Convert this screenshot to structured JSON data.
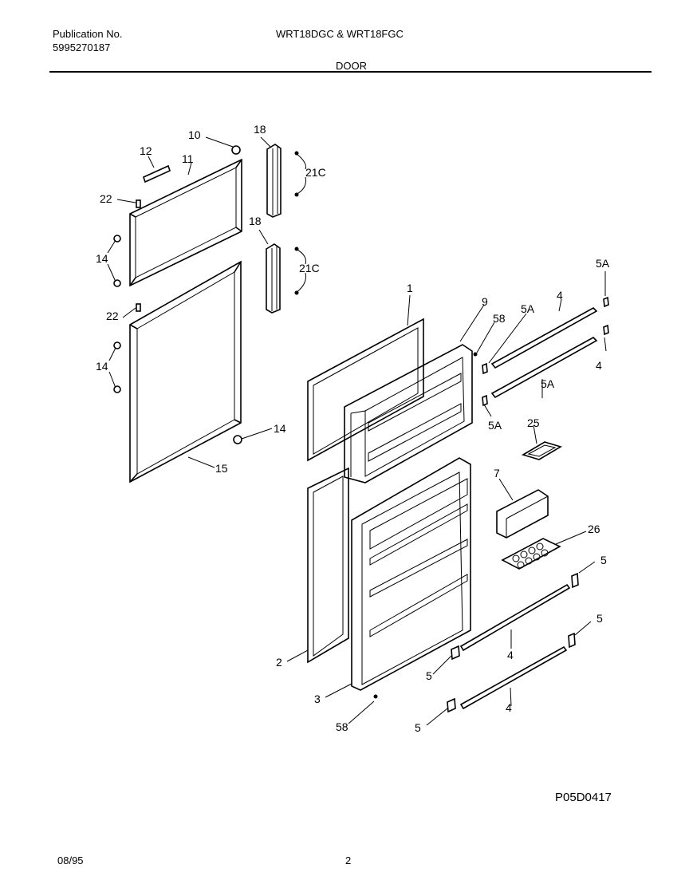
{
  "header": {
    "publication_label": "Publication No.",
    "publication_number": "5995270187",
    "models": "WRT18DGC & WRT18FGC",
    "section": "DOOR"
  },
  "diagram": {
    "callouts": [
      {
        "id": "c10",
        "label": "10"
      },
      {
        "id": "c12",
        "label": "12"
      },
      {
        "id": "c11",
        "label": "11"
      },
      {
        "id": "c22a",
        "label": "22"
      },
      {
        "id": "c14a",
        "label": "14"
      },
      {
        "id": "c22b",
        "label": "22"
      },
      {
        "id": "c14b",
        "label": "14"
      },
      {
        "id": "c14c",
        "label": "14"
      },
      {
        "id": "c15",
        "label": "15"
      },
      {
        "id": "c18a",
        "label": "18"
      },
      {
        "id": "c21ca",
        "label": "21C"
      },
      {
        "id": "c18b",
        "label": "18"
      },
      {
        "id": "c21cb",
        "label": "21C"
      },
      {
        "id": "c1",
        "label": "1"
      },
      {
        "id": "c9",
        "label": "9"
      },
      {
        "id": "c58a",
        "label": "58"
      },
      {
        "id": "c5aa",
        "label": "5A"
      },
      {
        "id": "c4a",
        "label": "4"
      },
      {
        "id": "c5ab",
        "label": "5A"
      },
      {
        "id": "c5ac",
        "label": "5A"
      },
      {
        "id": "c4b",
        "label": "4"
      },
      {
        "id": "c5ad",
        "label": "5A"
      },
      {
        "id": "c25",
        "label": "25"
      },
      {
        "id": "c7",
        "label": "7"
      },
      {
        "id": "c26",
        "label": "26"
      },
      {
        "id": "c5a",
        "label": "5"
      },
      {
        "id": "c5b",
        "label": "5"
      },
      {
        "id": "c4c",
        "label": "4"
      },
      {
        "id": "c5c",
        "label": "5"
      },
      {
        "id": "c4d",
        "label": "4"
      },
      {
        "id": "c5d",
        "label": "5"
      },
      {
        "id": "c2",
        "label": "2"
      },
      {
        "id": "c3",
        "label": "3"
      },
      {
        "id": "c58b",
        "label": "58"
      }
    ],
    "figure_code": "P05D0417"
  },
  "footer": {
    "date": "08/95",
    "page": "2"
  }
}
